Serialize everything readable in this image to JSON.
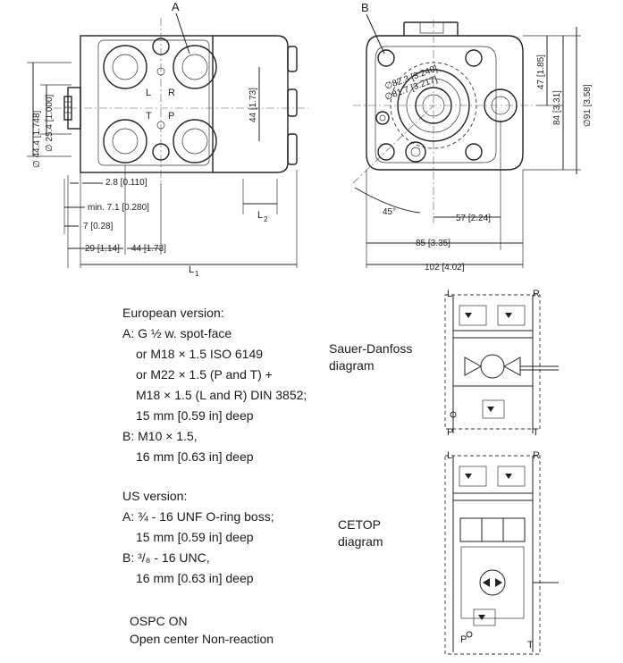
{
  "front_view": {
    "label_A": "A",
    "ports": [
      "L",
      "R",
      "T",
      "P"
    ],
    "dims": {
      "d44_4": "∅ 44.4 [1.748]",
      "d25_4": "∅ 25.4 [1.000]",
      "h44": "44 [1.73]",
      "d2_8": "2.8 [0.110]",
      "min7_1": "min. 7.1 [0.280]",
      "d7": "7 [0.28]",
      "d29": "29 [1.14]",
      "d44b": "44 [1.73]",
      "L1": "L",
      "L1_sub": "1",
      "L2": "L",
      "L2_sub": "2"
    }
  },
  "end_view": {
    "label_B": "B",
    "dims": {
      "d82_3": "∅82.3 [3.240]",
      "d81_7": "∅81.7 [3.217]",
      "h47": "47 [1.85]",
      "h84": "84 [3.31]",
      "h91": "∅91 [3.58]",
      "angle": "45°",
      "w57": "57 [2.24]",
      "w85": "85 [3.35]",
      "w102": "102 [4.02]"
    }
  },
  "notes": {
    "line1": "European version:",
    "line2": "A: G ½ w. spot-face",
    "line3": "or M18 × 1.5 ISO 6149",
    "line4": "or M22 × 1.5 (P and T) +",
    "line5": "M18 × 1.5 (L and R) DIN 3852;",
    "line6": "15 mm [0.59 in] deep",
    "line7": "B: M10 × 1.5,",
    "line8": "16 mm [0.63 in] deep",
    "line9": "US version:",
    "line10": "A: ¾ - 16 UNF O-ring boss;",
    "line11": "15 mm [0.59 in] deep",
    "line12": "B: ³/₈ - 16 UNC,",
    "line13": "16 mm [0.63 in] deep",
    "line14": "OSPC ON",
    "line15": "Open center Non-reaction"
  },
  "diagrams": {
    "sauer_label_1": "Sauer-Danfoss",
    "sauer_label_2": "diagram",
    "cetop_label_1": "CETOP",
    "cetop_label_2": "diagram",
    "ports": {
      "L": "L",
      "R": "R",
      "P": "P",
      "T": "T"
    }
  }
}
